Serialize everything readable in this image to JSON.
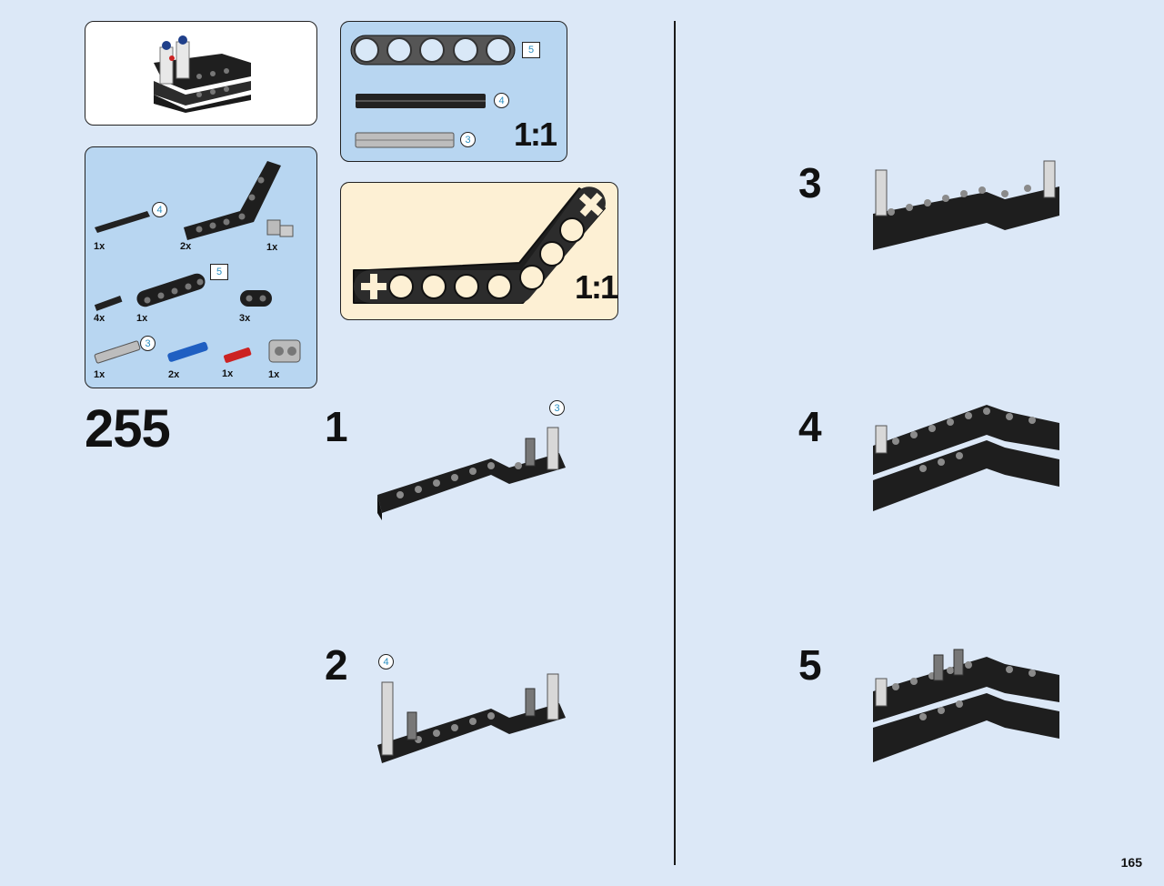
{
  "page": {
    "step_number": "255",
    "page_number": "165"
  },
  "ruler_parts": [
    {
      "length": "5"
    },
    {
      "length": "4"
    },
    {
      "length": "3"
    }
  ],
  "scale_labels": {
    "ruler": "1:1",
    "bent_beam": "1:1"
  },
  "parts_list": [
    {
      "qty": "1x",
      "length": "4"
    },
    {
      "qty": "2x"
    },
    {
      "qty": "1x"
    },
    {
      "qty": "4x"
    },
    {
      "qty": "1x",
      "length": "5"
    },
    {
      "qty": "3x"
    },
    {
      "qty": "1x",
      "length": "3"
    },
    {
      "qty": "2x"
    },
    {
      "qty": "1x"
    },
    {
      "qty": "1x"
    }
  ],
  "substeps": [
    {
      "num": "1",
      "callout": "3"
    },
    {
      "num": "2",
      "callout": "4"
    },
    {
      "num": "3"
    },
    {
      "num": "4"
    },
    {
      "num": "5"
    }
  ],
  "colors": {
    "background": "#dce8f7",
    "parts_panel": "#b8d6f1",
    "scale_panel": "#fdf0d4",
    "callout_text": "#2a8fc2"
  }
}
